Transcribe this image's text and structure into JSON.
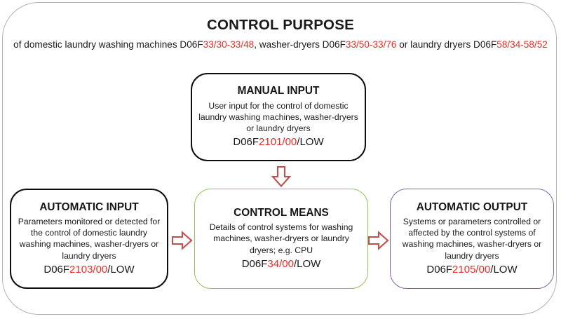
{
  "header": {
    "title": "CONTROL PURPOSE",
    "subtitle_parts": [
      {
        "text": "of domestic laundry washing machines D06F",
        "color": "black"
      },
      {
        "text": "33/30-33/48",
        "color": "red"
      },
      {
        "text": ", washer-dryers D06F",
        "color": "black"
      },
      {
        "text": "33/50-33/76",
        "color": "red"
      },
      {
        "text": " or laundry dryers D06F",
        "color": "black"
      },
      {
        "text": "58/34-58/52",
        "color": "red"
      }
    ],
    "subtitle_plain": "of domestic laundry washing machines D06F33/30-33/48, washer-dryers D06F33/50-33/76 or laundry dryers D06F58/34-58/52"
  },
  "nodes": {
    "manual_input": {
      "title": "MANUAL INPUT",
      "description": "User input for the control of domestic laundry washing machines, washer-dryers or laundry dryers",
      "code_prefix": "D06F",
      "code_highlight": "2101/00",
      "code_suffix": "/LOW",
      "border_color": "#0d0d0d"
    },
    "automatic_input": {
      "title": "AUTOMATIC INPUT",
      "description": "Parameters monitored or detected for the control of domestic laundry washing machines, washer-dryers or laundry dryers",
      "code_prefix": "D06F",
      "code_highlight": "2103/00",
      "code_suffix": "/LOW",
      "border_color": "#0d0d0d"
    },
    "control_means": {
      "title": "CONTROL MEANS",
      "description": "Details of control systems for washing machines, washer-dryers or laundry dryers; e.g. CPU",
      "code_prefix": "D06F",
      "code_highlight": "34/00",
      "code_suffix": "/LOW",
      "border_color": "#93c356"
    },
    "automatic_output": {
      "title": "AUTOMATIC OUTPUT",
      "description": "Systems or parameters controlled or affected by the control systems of washing machines, washer-dryers or laundry dryers",
      "code_prefix": "D06F",
      "code_highlight": "2105/00",
      "code_suffix": "/LOW",
      "border_color": "#8063ab"
    }
  },
  "arrows": [
    {
      "name": "manual-input-to-control-means",
      "direction": "down",
      "color": "#c0504d"
    },
    {
      "name": "automatic-input-to-control-means",
      "direction": "right",
      "color": "#c0504d"
    },
    {
      "name": "control-means-to-automatic-output",
      "direction": "right",
      "color": "#c0504d"
    }
  ],
  "colors": {
    "highlight_red": "#ee2b24",
    "arrow_red": "#c0504d",
    "green_border": "#93c356",
    "purple_border": "#8063ab",
    "black_border": "#0d0d0d",
    "frame_gray": "#b3b3b3"
  }
}
